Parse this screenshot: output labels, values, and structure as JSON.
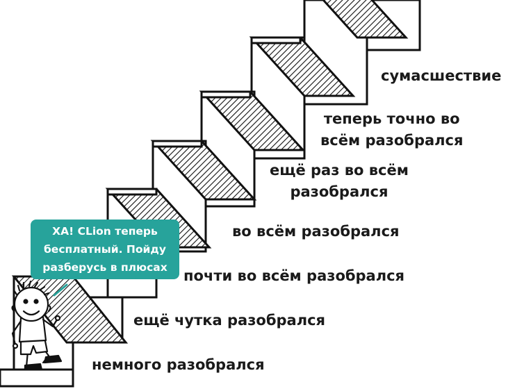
{
  "steps": [
    {
      "lines": [
        "немного разобрался"
      ]
    },
    {
      "lines": [
        "ещё чутка разобрался"
      ]
    },
    {
      "lines": [
        "почти во всём разобрался"
      ]
    },
    {
      "lines": [
        "во всём разобрался"
      ]
    },
    {
      "lines": [
        "ещё раз во всём",
        "разобрался"
      ]
    },
    {
      "lines": [
        "теперь точно во",
        "всём разобрался"
      ]
    },
    {
      "lines": [
        "сумасшествие"
      ]
    }
  ],
  "speech_bubble": {
    "lines": [
      "ХА! CLion теперь",
      "бесплатный. Пойду",
      "разберусь в плюсах"
    ],
    "color": "#27a39b"
  },
  "character": {
    "icon": "cartoon-boy-icon"
  }
}
